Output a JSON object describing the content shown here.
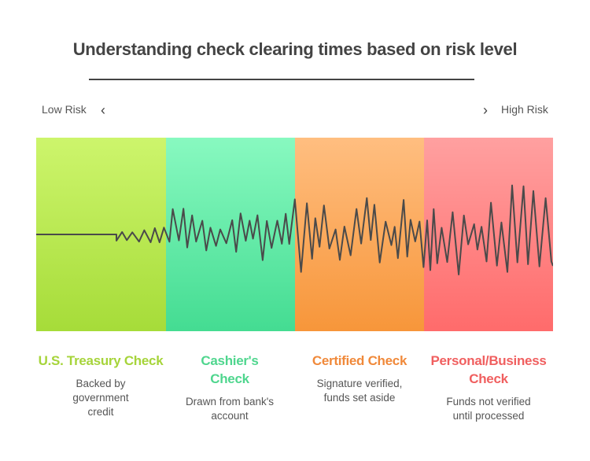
{
  "title": "Understanding check clearing times based on risk level",
  "scale": {
    "low_label": "Low Risk",
    "high_label": "High Risk",
    "left_icon": "chevron-left-icon",
    "right_icon": "chevron-right-icon"
  },
  "categories": [
    {
      "name": "U.S. Treasury Check",
      "description": "Backed by government credit",
      "color": "#a6d43a",
      "gradient": [
        "#cdf56c",
        "#a6dc39"
      ],
      "volatility": 0.2
    },
    {
      "name": "Cashier's Check",
      "description": "Drawn from bank's account",
      "color": "#4fd68e",
      "gradient": [
        "#88f9c0",
        "#44dc92"
      ],
      "volatility": 0.5
    },
    {
      "name": "Certified Check",
      "description": "Signature verified, funds set aside",
      "color": "#f0893a",
      "gradient": [
        "#ffbe80",
        "#f7963a"
      ],
      "volatility": 0.75
    },
    {
      "name": "Personal/Business Check",
      "description": "Funds not verified until processed",
      "color": "#f05f5f",
      "gradient": [
        "#ffa0a0",
        "#ff6b6b"
      ],
      "volatility": 1.0
    }
  ]
}
